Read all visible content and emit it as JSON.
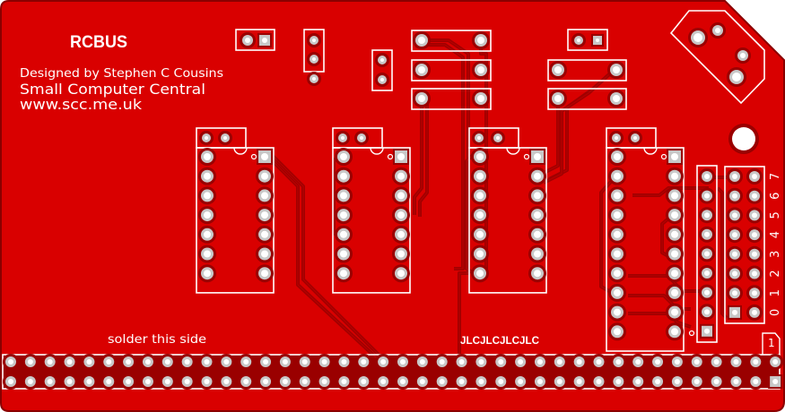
{
  "board": {
    "name": "RCBUS",
    "credits": {
      "designer": "Designed by Stephen C Cousins",
      "company": "Small Computer Central",
      "website": "www.scc.me.uk"
    },
    "labels": {
      "solder_side": "solder this side",
      "fab_marker": "JLCJLCJLCJLC",
      "pin1_marker": "1"
    },
    "jumper_labels": [
      "7",
      "6",
      "5",
      "4",
      "3",
      "2",
      "1",
      "0"
    ],
    "colors": {
      "board": "#d90000",
      "board_edge": "#8a0000",
      "copper_dark": "#9a0000",
      "trace": "#a00000",
      "pad_ring": "#c8c8c8",
      "drill": "#ffffff",
      "silkscreen": "#ffffff",
      "background": "#ffffff"
    },
    "components": {
      "ic_sockets": [
        {
          "id": "U1",
          "pins": 14
        },
        {
          "id": "U2",
          "pins": 14
        },
        {
          "id": "U3",
          "pins": 14
        },
        {
          "id": "U4",
          "pins": 20
        }
      ],
      "sip_resistor_pins": 9,
      "jumper_block": {
        "rows": 8,
        "cols": 2
      },
      "bus_header": {
        "rows": 2,
        "pins_per_row": 40
      }
    }
  }
}
